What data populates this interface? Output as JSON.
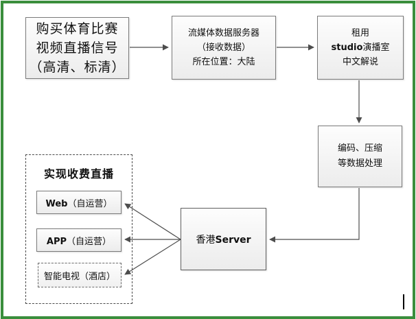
{
  "diagram": {
    "nodes": {
      "buy_signal": {
        "lines": [
          "购买体育比赛",
          "视频直播信号",
          "（高清、标清）"
        ]
      },
      "streaming_server": {
        "lines": [
          "流媒体数据服务器",
          "（接收数据）",
          "所在位置：大陆"
        ]
      },
      "studio": {
        "line1": "租用",
        "line2_bold": "studio",
        "line2_rest": "演播室",
        "line3": "中文解说"
      },
      "encoding": {
        "lines": [
          "编码、压缩",
          "等数据处理"
        ]
      },
      "hk_server": {
        "zh": "香港",
        "en_bold": "Server"
      },
      "web": {
        "en_bold": "Web",
        "zh": "（自运营）"
      },
      "app": {
        "en_bold": "APP",
        "zh": "（自运营）"
      },
      "smart_tv": {
        "label": "智能电视（酒店）"
      }
    },
    "group": {
      "title": "实现收费直播"
    },
    "colors": {
      "frame_green": "#3a8e3c",
      "box_border": "#7a7a7a",
      "box_fill_top": "#fdfdfd",
      "box_fill_bottom": "#ececec",
      "arrow": "#4d4d4d",
      "text": "#101010"
    }
  }
}
